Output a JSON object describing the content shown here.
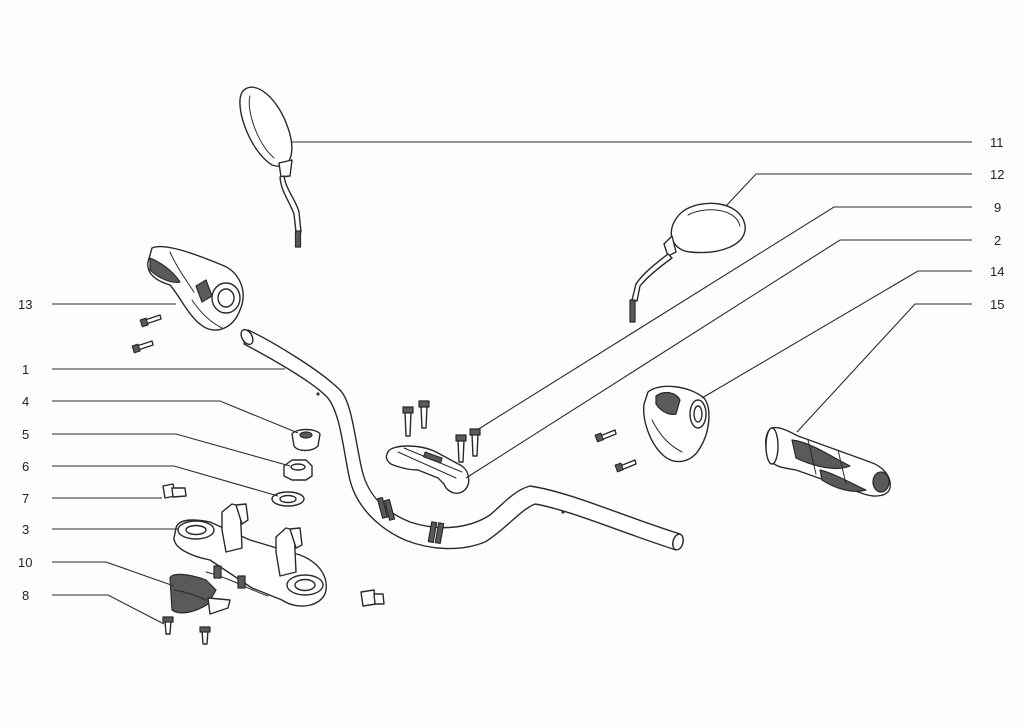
{
  "diagram": {
    "callouts": [
      {
        "id": "11",
        "label": "11"
      },
      {
        "id": "12",
        "label": "12"
      },
      {
        "id": "9",
        "label": "9"
      },
      {
        "id": "2",
        "label": "2"
      },
      {
        "id": "14",
        "label": "14"
      },
      {
        "id": "15",
        "label": "15"
      },
      {
        "id": "13",
        "label": "13"
      },
      {
        "id": "1",
        "label": "1"
      },
      {
        "id": "4",
        "label": "4"
      },
      {
        "id": "5",
        "label": "5"
      },
      {
        "id": "6",
        "label": "6"
      },
      {
        "id": "7",
        "label": "7"
      },
      {
        "id": "3",
        "label": "3"
      },
      {
        "id": "10",
        "label": "10"
      },
      {
        "id": "8",
        "label": "8"
      }
    ]
  }
}
